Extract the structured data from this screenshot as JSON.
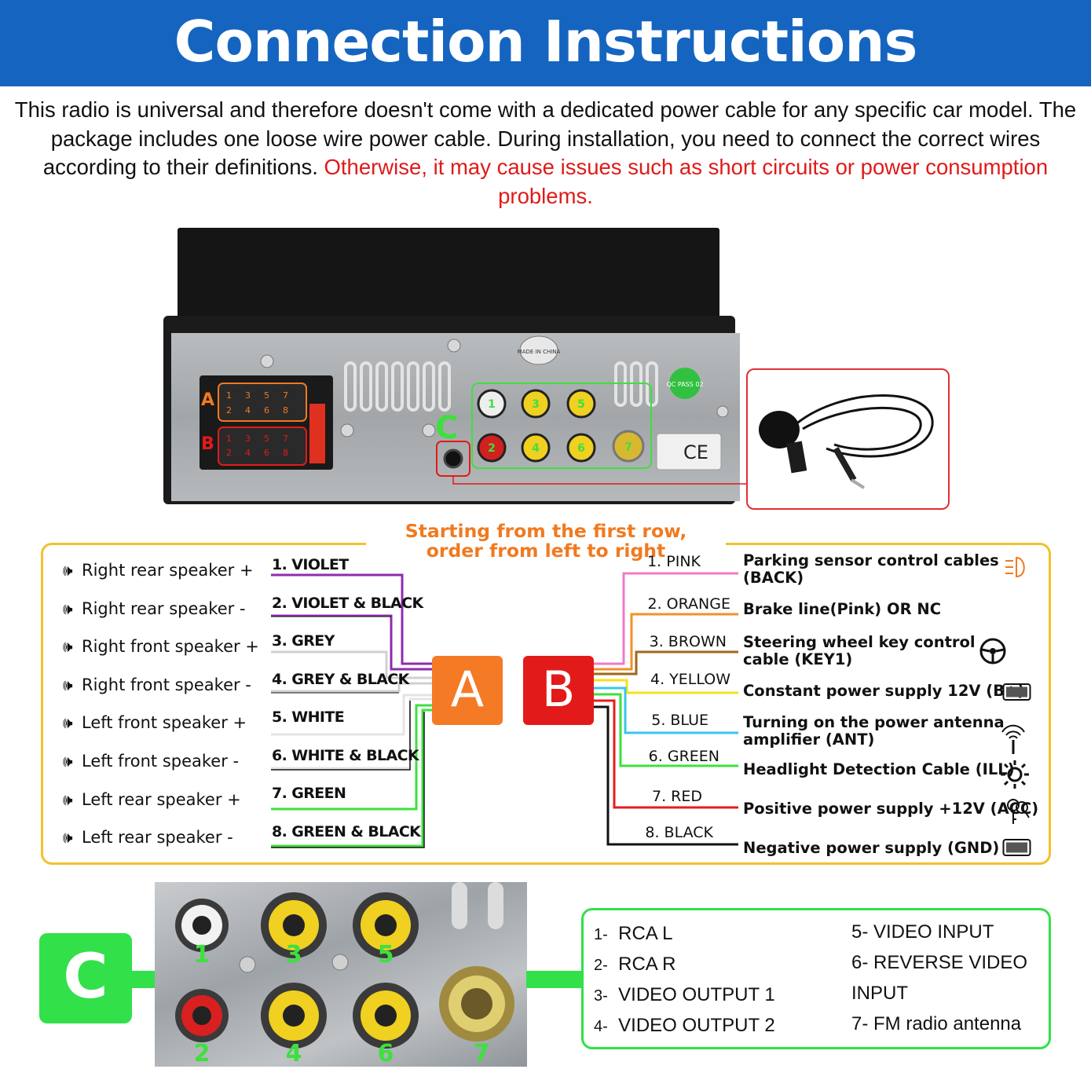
{
  "header": {
    "title": "Connection Instructions"
  },
  "intro": {
    "text_plain": "This radio is universal and therefore doesn't come with a dedicated power cable for any specific car model. The package includes one loose wire power cable. During installation, you need to connect the correct wires according to their definitions. ",
    "text_warning": "Otherwise, it may cause issues such as short circuits or power consumption problems."
  },
  "radio": {
    "connector_a_letter": "A",
    "connector_b_letter": "B",
    "connector_c_letter": "C",
    "pins_top": [
      "1",
      "3",
      "5",
      "7"
    ],
    "pins_bottom": [
      "2",
      "4",
      "6",
      "8"
    ],
    "rca_numbers": [
      "1",
      "3",
      "5",
      "2",
      "4",
      "6",
      "7"
    ],
    "made_in": "MADE IN CHINA",
    "qc": "QC PASS 02",
    "cert": "CE"
  },
  "section_ab": {
    "order_note_line1": "Starting from the first row,",
    "order_note_line2": "order from left to right",
    "box_a": "A",
    "box_b": "B",
    "a_speakers": [
      "Right rear speaker +",
      "Right rear speaker -",
      "Right front speaker +",
      "Right front speaker -",
      "Left front speaker +",
      "Left front speaker -",
      "Left rear speaker +",
      "Left rear speaker -"
    ],
    "a_wires": [
      {
        "label": "1. VIOLET",
        "color": "#8e2bb0"
      },
      {
        "label": "2. VIOLET & BLACK",
        "color": "#8e2bb0"
      },
      {
        "label": "3. GREY",
        "color": "#d8d8d8"
      },
      {
        "label": "4. GREY & BLACK",
        "color": "#d8d8d8"
      },
      {
        "label": "5. WHITE",
        "color": "#e8e8e8"
      },
      {
        "label": "6. WHITE & BLACK",
        "color": "#e8e8e8"
      },
      {
        "label": "7. GREEN",
        "color": "#3ee03e"
      },
      {
        "label": "8. GREEN & BLACK",
        "color": "#3ee03e"
      }
    ],
    "b_wires": [
      {
        "label": "1. PINK",
        "color": "#f07ac8"
      },
      {
        "label": "2. ORANGE",
        "color": "#f2902a"
      },
      {
        "label": "3. BROWN",
        "color": "#9b6a1e"
      },
      {
        "label": "4. YELLOW",
        "color": "#f4e21c"
      },
      {
        "label": "5. BLUE",
        "color": "#38c8e8"
      },
      {
        "label": "6. GREEN",
        "color": "#3ee03e"
      },
      {
        "label": "7. RED",
        "color": "#e81c1c"
      },
      {
        "label": "8. BLACK",
        "color": "#111111"
      }
    ],
    "b_functions": [
      {
        "line1": "Parking sensor control cables",
        "line2": "(BACK)",
        "icon": "rear-light-icon"
      },
      {
        "line1": "Brake line(Pink) OR NC",
        "line2": "",
        "icon": ""
      },
      {
        "line1": "Steering wheel key control",
        "line2": "cable (KEY1)",
        "icon": "steering-wheel-icon"
      },
      {
        "line1": "Constant power supply 12V (B+)",
        "line2": "",
        "icon": "battery-icon"
      },
      {
        "line1": "Turning on the power antenna",
        "line2": "amplifier (ANT)",
        "icon": "antenna-icon"
      },
      {
        "line1": "Headlight Detection Cable (ILL)",
        "line2": "",
        "icon": "sun-icon"
      },
      {
        "line1": "Positive power supply +12V (ACC)",
        "line2": "",
        "icon": "car-keys-icon"
      },
      {
        "line1": "Negative power supply (GND)",
        "line2": "",
        "icon": "battery-icon"
      }
    ]
  },
  "section_c": {
    "badge": "C",
    "photo_numbers": [
      "1",
      "3",
      "5",
      "2",
      "4",
      "6",
      "7"
    ],
    "items_left": [
      {
        "num": "1-",
        "text": "RCA L"
      },
      {
        "num": "2-",
        "text": "RCA R"
      },
      {
        "num": "3-",
        "text": "VIDEO OUTPUT 1"
      },
      {
        "num": "4-",
        "text": "VIDEO OUTPUT 2"
      }
    ],
    "items_right": [
      "5- VIDEO INPUT",
      "6- REVERSE VIDEO",
      "INPUT",
      "7- FM radio antenna"
    ]
  }
}
